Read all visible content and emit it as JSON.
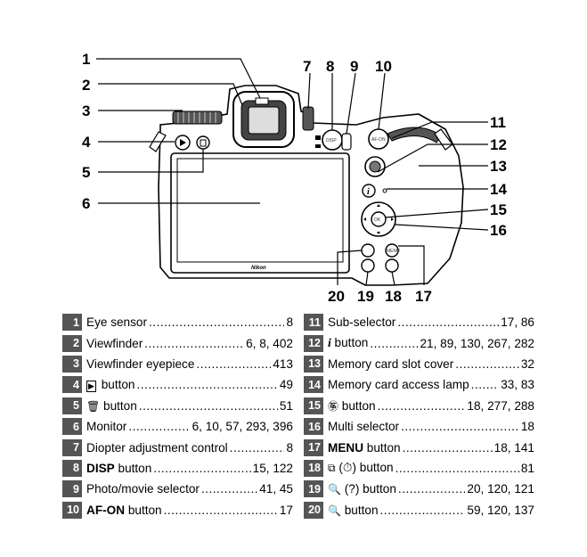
{
  "callouts": [
    "1",
    "2",
    "3",
    "4",
    "5",
    "6",
    "7",
    "8",
    "9",
    "10",
    "11",
    "12",
    "13",
    "14",
    "15",
    "16",
    "17",
    "18",
    "19",
    "20"
  ],
  "camera": {
    "brand": "Nikon",
    "disp_label": "DISP",
    "afon_label": "AF-ON",
    "ok_label": "OK",
    "menu_label": "MENU",
    "i_label": "i"
  },
  "legend": {
    "left": [
      {
        "num": "1",
        "pre": "",
        "bold": "",
        "post": "Eye sensor",
        "pages": "8"
      },
      {
        "num": "2",
        "pre": "",
        "bold": "",
        "post": "Viewfinder",
        "pages": "6, 8, 402"
      },
      {
        "num": "3",
        "pre": "",
        "bold": "",
        "post": "Viewfinder eyepiece",
        "pages": "413"
      },
      {
        "num": "4",
        "pre": "▶",
        "bold": "",
        "post": " button",
        "pages": "49"
      },
      {
        "num": "5",
        "pre": "🗑",
        "bold": "",
        "post": " button",
        "pages": "51"
      },
      {
        "num": "6",
        "pre": "",
        "bold": "",
        "post": "Monitor",
        "pages": "6, 10, 57, 293, 396"
      },
      {
        "num": "7",
        "pre": "",
        "bold": "",
        "post": "Diopter adjustment control",
        "pages": "8"
      },
      {
        "num": "8",
        "pre": "",
        "bold": "DISP",
        "post": " button",
        "pages": "15, 122"
      },
      {
        "num": "9",
        "pre": "",
        "bold": "",
        "post": "Photo/movie selector",
        "pages": "41, 45"
      },
      {
        "num": "10",
        "pre": "",
        "bold": "AF-ON",
        "post": " button",
        "pages": "17"
      }
    ],
    "right": [
      {
        "num": "11",
        "pre": "",
        "bold": "",
        "post": "Sub-selector",
        "pages": "17, 86"
      },
      {
        "num": "12",
        "pre": "",
        "bold": "i",
        "post": " button",
        "pages": "21, 89, 130, 267, 282"
      },
      {
        "num": "13",
        "pre": "",
        "bold": "",
        "post": "Memory card slot cover",
        "pages": "32"
      },
      {
        "num": "14",
        "pre": "",
        "bold": "",
        "post": "Memory card access lamp",
        "pages": "33, 83"
      },
      {
        "num": "15",
        "pre": "㉇",
        "bold": "",
        "post": " button",
        "pages": "18, 277, 288"
      },
      {
        "num": "16",
        "pre": "",
        "bold": "",
        "post": "Multi selector",
        "pages": "18"
      },
      {
        "num": "17",
        "pre": "",
        "bold": "MENU",
        "post": " button",
        "pages": "18, 141"
      },
      {
        "num": "18",
        "pre": "⧉",
        "bold": "",
        "post": " (⏱) button",
        "pages": "81"
      },
      {
        "num": "19",
        "pre": "🔍",
        "bold": "",
        "post": " (?) button",
        "pages": "20, 120, 121"
      },
      {
        "num": "20",
        "pre": "🔍",
        "bold": "",
        "post": " button",
        "pages": "59, 120, 137"
      }
    ]
  }
}
